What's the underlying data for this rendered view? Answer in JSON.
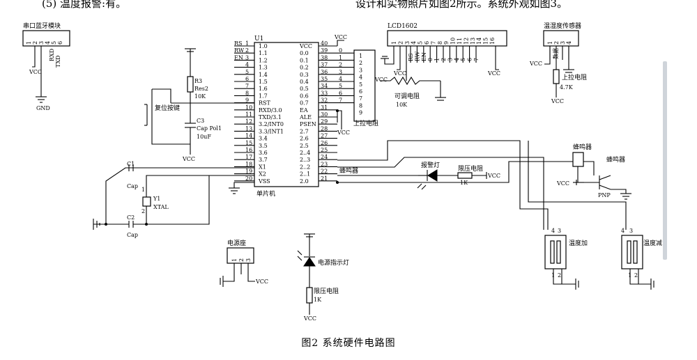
{
  "header_fragments": {
    "left": "(5) 温度报警:有。",
    "right": "设计和实物照片如图2所示。系统外观如图3。"
  },
  "caption": "图2  系统硬件电路图",
  "mcu": {
    "ref": "U1",
    "name": "单片机",
    "left_pins": [
      {
        "num": "1",
        "name": "1.0",
        "net": "RS"
      },
      {
        "num": "2",
        "name": "1.1",
        "net": "RW"
      },
      {
        "num": "3",
        "name": "1.2",
        "net": "EN"
      },
      {
        "num": "4",
        "name": "1.3",
        "net": ""
      },
      {
        "num": "5",
        "name": "1.4",
        "net": ""
      },
      {
        "num": "6",
        "name": "1.5",
        "net": ""
      },
      {
        "num": "7",
        "name": "1.6",
        "net": ""
      },
      {
        "num": "8",
        "name": "1.7",
        "net": ""
      },
      {
        "num": "9",
        "name": "RST",
        "net": ""
      },
      {
        "num": "10",
        "name": "RXD/3.0",
        "net": ""
      },
      {
        "num": "11",
        "name": "TXD/3.1",
        "net": ""
      },
      {
        "num": "12",
        "name": "3.2/INT0",
        "net": ""
      },
      {
        "num": "13",
        "name": "3.3/INT1",
        "net": ""
      },
      {
        "num": "14",
        "name": "3.4",
        "net": ""
      },
      {
        "num": "15",
        "name": "3.5",
        "net": ""
      },
      {
        "num": "16",
        "name": "3.6",
        "net": ""
      },
      {
        "num": "17",
        "name": "3.7",
        "net": ""
      },
      {
        "num": "18",
        "name": "X1",
        "net": ""
      },
      {
        "num": "19",
        "name": "X2",
        "net": ""
      },
      {
        "num": "20",
        "name": "VSS",
        "net": ""
      }
    ],
    "right_pins": [
      {
        "num": "40",
        "name": "VCC",
        "net": "VCC"
      },
      {
        "num": "39",
        "name": "0.0",
        "net": "0"
      },
      {
        "num": "38",
        "name": "0.1",
        "net": "1"
      },
      {
        "num": "37",
        "name": "0.2",
        "net": "2"
      },
      {
        "num": "36",
        "name": "0.3",
        "net": "3"
      },
      {
        "num": "35",
        "name": "0.4",
        "net": "4"
      },
      {
        "num": "34",
        "name": "0.5",
        "net": "5"
      },
      {
        "num": "33",
        "name": "0.6",
        "net": "6"
      },
      {
        "num": "32",
        "name": "0.7",
        "net": "7"
      },
      {
        "num": "31",
        "name": "EA",
        "net": ""
      },
      {
        "num": "30",
        "name": "ALE",
        "net": ""
      },
      {
        "num": "29",
        "name": "PSEN",
        "net": ""
      },
      {
        "num": "28",
        "name": "2.7",
        "net": ""
      },
      {
        "num": "27",
        "name": "2.6",
        "net": ""
      },
      {
        "num": "26",
        "name": "2.5",
        "net": ""
      },
      {
        "num": "25",
        "name": "2..4",
        "net": ""
      },
      {
        "num": "24",
        "name": "2..3",
        "net": ""
      },
      {
        "num": "23",
        "name": "2..2",
        "net": ""
      },
      {
        "num": "22",
        "name": "2..1",
        "net": ""
      },
      {
        "num": "21",
        "name": "2.0",
        "net": ""
      }
    ]
  },
  "pullup_bus": {
    "pins": [
      "1",
      "2",
      "3",
      "4",
      "5",
      "6",
      "7",
      "8",
      "9"
    ],
    "label": "上拉电阻",
    "vcc": "VCC"
  },
  "bluetooth": {
    "title": "串口蓝牙模块",
    "pins": [
      "1",
      "2",
      "3",
      "4",
      "5",
      "6"
    ],
    "signals": [
      "RXD",
      "TXD"
    ],
    "vcc": "VCC",
    "gnd": "GND"
  },
  "lcd": {
    "title": "LCD1602",
    "pins": [
      "1",
      "2",
      "3",
      "4",
      "5",
      "6",
      "7",
      "8",
      "9",
      "10",
      "11",
      "12",
      "13",
      "14",
      "15",
      "16"
    ],
    "signals": [
      "RS",
      "RW",
      "EN",
      "0",
      "1",
      "2",
      "3",
      "4",
      "5",
      "6",
      "7"
    ],
    "vcc_labels": [
      "VCC",
      "VCC",
      "VCC"
    ],
    "pot_label": "可调电阻",
    "pot_value": "10K"
  },
  "sensor": {
    "title": "温湿度传感器",
    "pins": [
      "1",
      "2",
      "3",
      "4"
    ],
    "data_label": "数据",
    "pullup_label": "上拉电阻",
    "pullup_value": "4.7K",
    "vcc": "VCC"
  },
  "reset": {
    "button_label": "复位按键",
    "r_ref": "R3",
    "r_name": "Res2",
    "r_value": "10K",
    "c_ref": "C3",
    "c_name": "Cap Pol1",
    "c_value": "10uF",
    "vcc": "VCC"
  },
  "crystal": {
    "c1_ref": "C1",
    "c1_name": "Cap",
    "c2_ref": "C2",
    "c2_name": "Cap",
    "y_ref": "Y1",
    "y_name": "XTAL",
    "pin1": "1",
    "pin2": "2"
  },
  "alarm": {
    "led_label": "报警灯",
    "r_label": "限压电阻",
    "r_value": "1K",
    "vcc": "VCC",
    "buzzer_net": "蜂鸣器"
  },
  "buzzer": {
    "title": "蜂鸣器",
    "transistor_label": "蜂鸣器",
    "transistor_type": "PNP",
    "vcc": "VCC"
  },
  "power_socket": {
    "title": "电源座",
    "pins": [
      "1",
      "2",
      "3"
    ],
    "vcc": "VCC"
  },
  "power_led": {
    "label": "电源指示灯",
    "r_label": "限压电阻",
    "r_value": "1K",
    "vcc": "VCC"
  },
  "key_plus": {
    "label": "温度加",
    "pins": [
      "4",
      "3",
      "1",
      "2"
    ]
  },
  "key_minus": {
    "label": "温度减",
    "pins": [
      "4",
      "3",
      "1",
      "2"
    ]
  }
}
